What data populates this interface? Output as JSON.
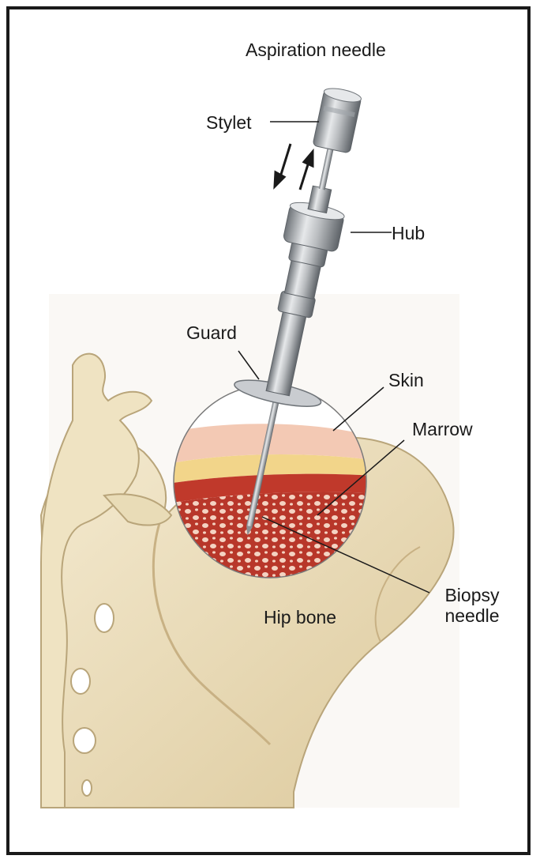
{
  "labels": {
    "aspiration_needle": "Aspiration needle",
    "stylet": "Stylet",
    "hub": "Hub",
    "guard": "Guard",
    "skin": "Skin",
    "marrow": "Marrow",
    "biopsy_needle_line1": "Biopsy",
    "biopsy_needle_line2": "needle",
    "hip_bone": "Hip bone"
  },
  "colors": {
    "frame": "#1a1a1a",
    "bone": "#efe3c2",
    "bone_shade": "#d9c79b",
    "bone_outline": "#b9a57a",
    "skin": "#f3c9b4",
    "fat": "#f2d58a",
    "marrow": "#c0392b",
    "marrow_pore": "#f6d6c6",
    "metal": "#b9bcbf",
    "metal_dark": "#6f7479",
    "metal_light": "#e6e8ea"
  }
}
